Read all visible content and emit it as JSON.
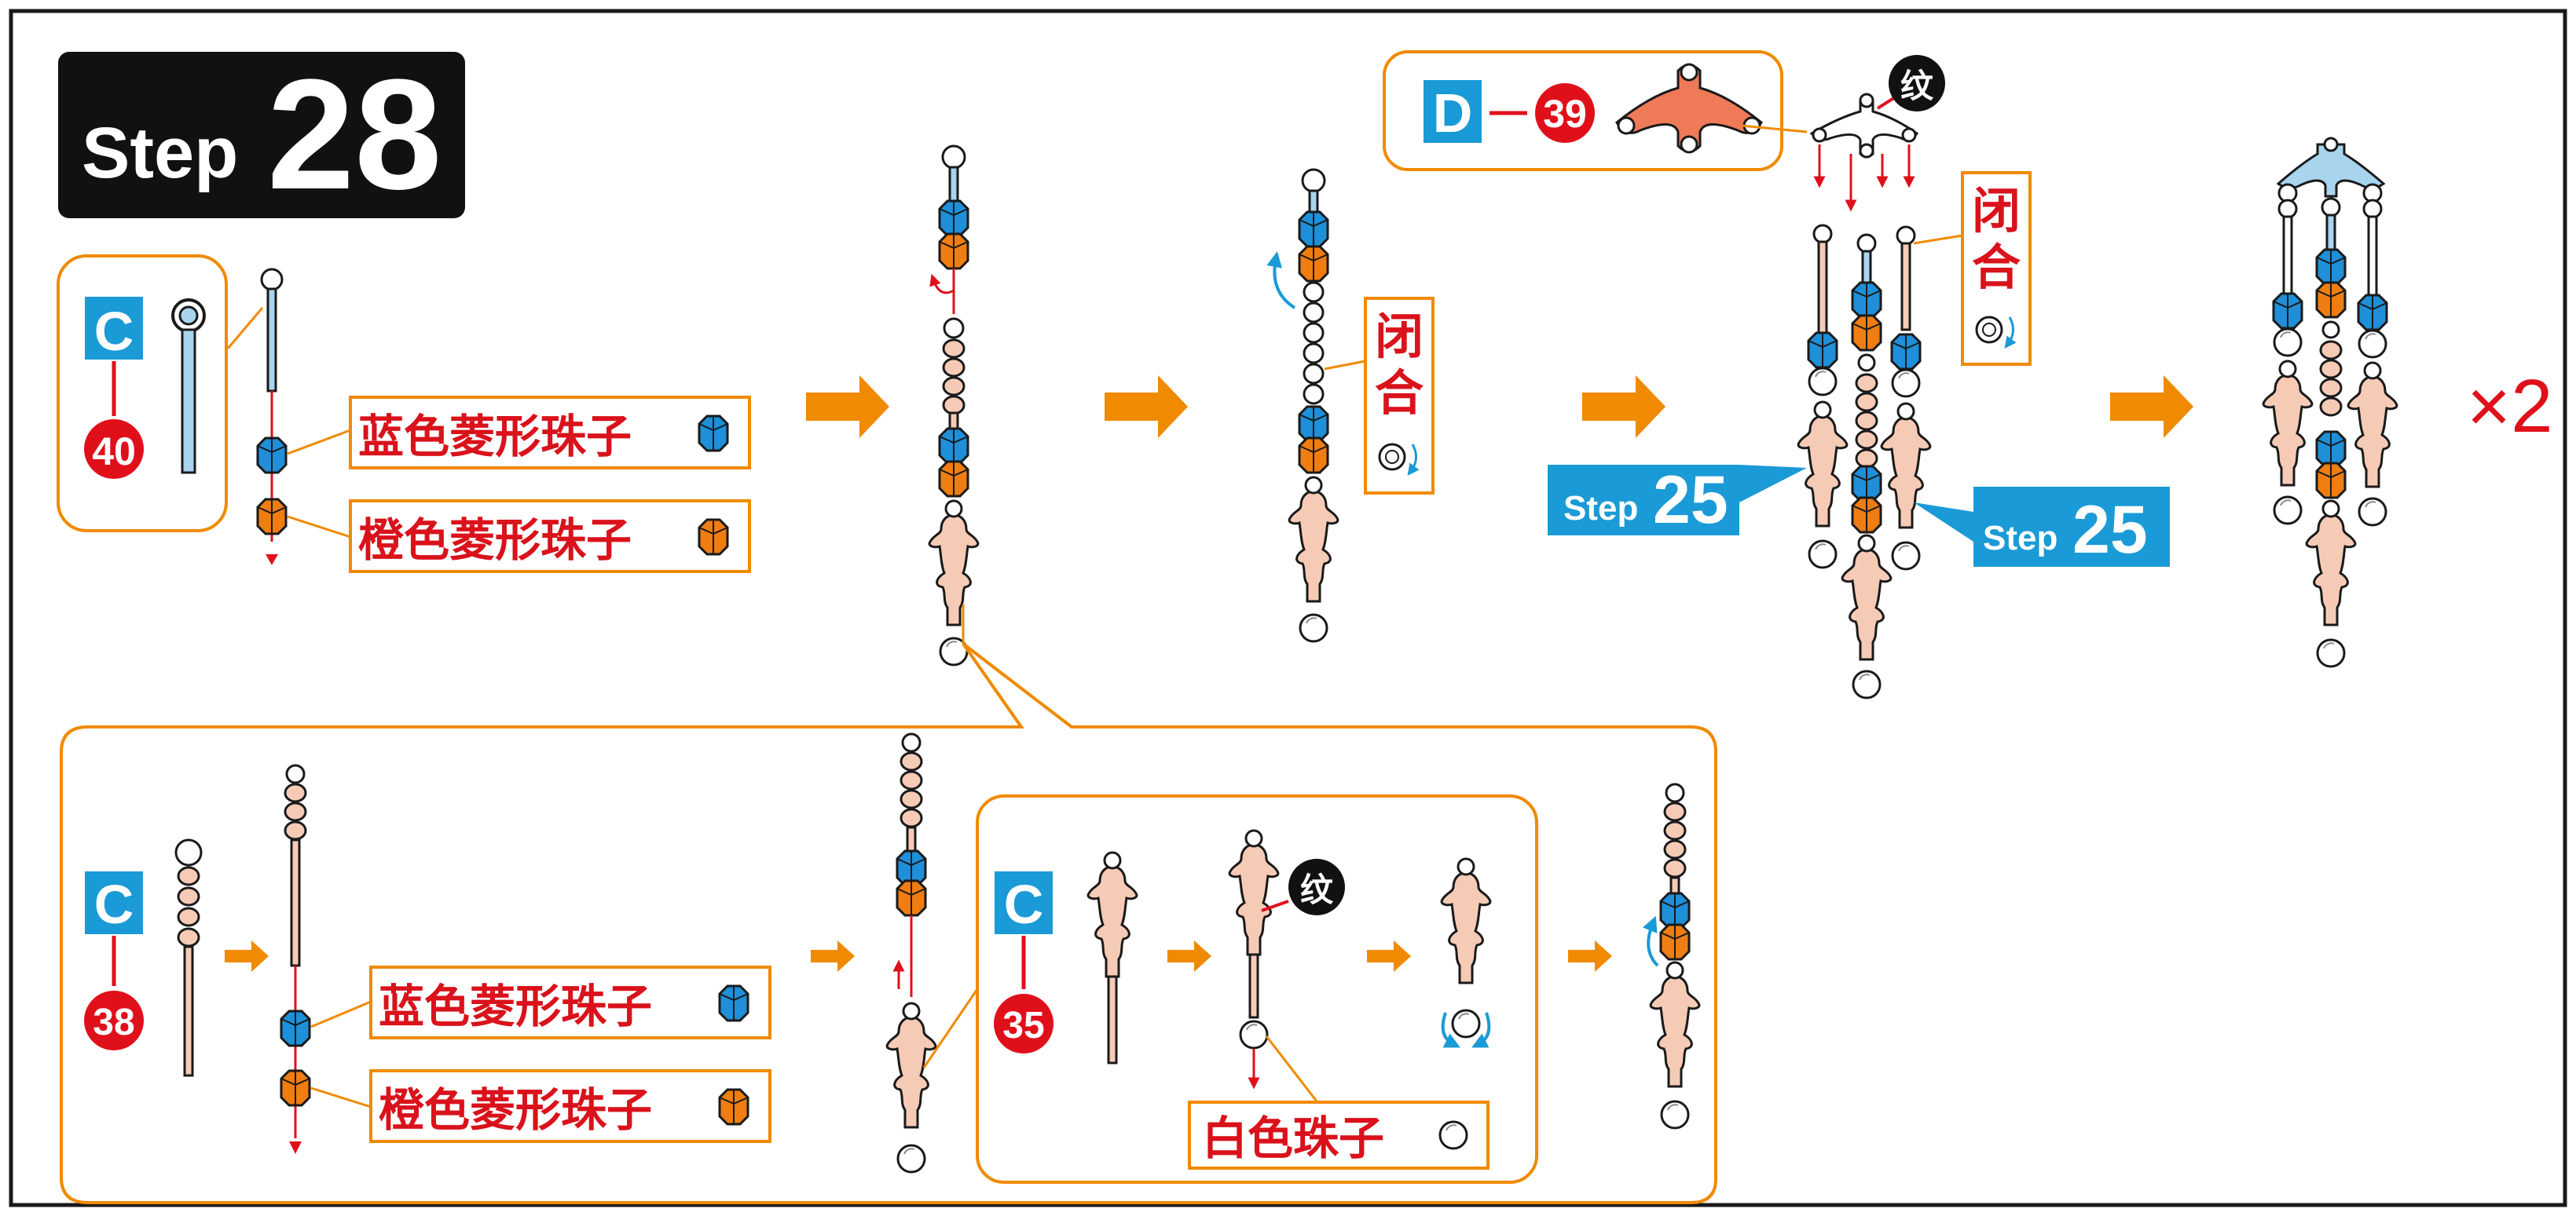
{
  "step": {
    "prefix": "Step",
    "number": "28"
  },
  "parts": {
    "c40": {
      "letter": "C",
      "number": "40"
    },
    "c38": {
      "letter": "C",
      "number": "38"
    },
    "c35": {
      "letter": "C",
      "number": "35"
    },
    "d39": {
      "letter": "D",
      "number": "39"
    }
  },
  "labels": {
    "blue_bead": "蓝色菱形珠子",
    "orange_bead": "橙色菱形珠子",
    "white_bead": "白色珠子",
    "close_top": "闭",
    "close_bottom": "合",
    "pattern": "纹"
  },
  "step_refs": {
    "prefix": "Step",
    "number": "25"
  },
  "multiplier": "×2",
  "colors": {
    "accent_orange": "#f08a00",
    "blue_label": "#1a9ad6",
    "red_number": "#e0101b",
    "bead_blue": "#1e8fd8",
    "bead_orange": "#ef7d12",
    "pink_piece": "#f6cbb6",
    "light_blue_pin": "#a8d4ee"
  }
}
